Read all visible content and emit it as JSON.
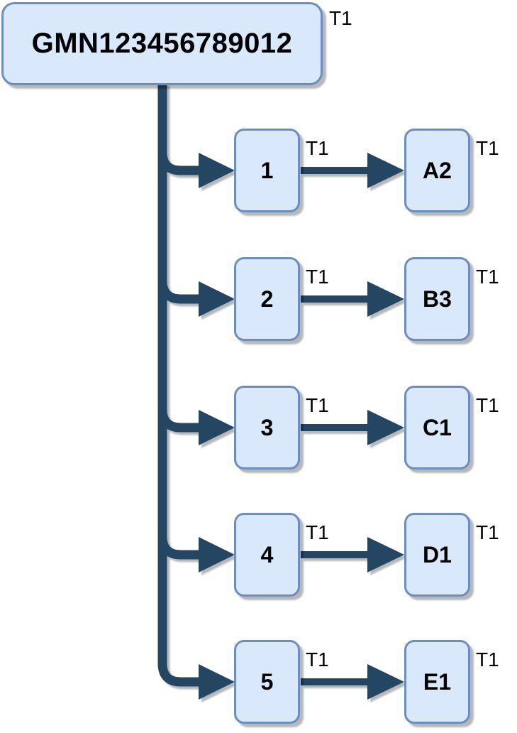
{
  "diagram": {
    "type": "tree",
    "root": {
      "label": "GMN123456789012",
      "tag": "T1"
    },
    "rows": [
      {
        "source": {
          "label": "1",
          "tag": "T1"
        },
        "target": {
          "label": "A2",
          "tag": "T1"
        }
      },
      {
        "source": {
          "label": "2",
          "tag": "T1"
        },
        "target": {
          "label": "B3",
          "tag": "T1"
        }
      },
      {
        "source": {
          "label": "3",
          "tag": "T1"
        },
        "target": {
          "label": "C1",
          "tag": "T1"
        }
      },
      {
        "source": {
          "label": "4",
          "tag": "T1"
        },
        "target": {
          "label": "D1",
          "tag": "T1"
        }
      },
      {
        "source": {
          "label": "5",
          "tag": "T1"
        },
        "target": {
          "label": "E1",
          "tag": "T1"
        }
      }
    ],
    "colors": {
      "node_fill": "#dae8fc",
      "node_border": "#6c8ebf",
      "connector": "#254663",
      "label_text": "#000000"
    }
  }
}
